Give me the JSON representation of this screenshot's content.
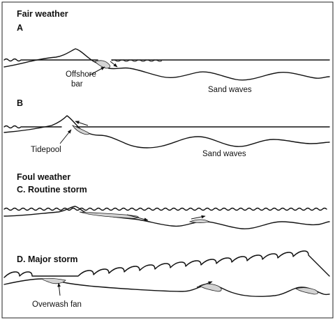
{
  "sections": {
    "fair_weather": "Fair weather",
    "foul_weather": "Foul weather"
  },
  "panels": {
    "a": {
      "label": "A"
    },
    "b": {
      "label": "B"
    },
    "c": {
      "label": "C. Routine storm"
    },
    "d": {
      "label": "D. Major storm"
    }
  },
  "labels": {
    "offshore_bar": [
      "Offshore",
      "bar"
    ],
    "sand_waves_a": "Sand waves",
    "tidepool": "Tidepool",
    "sand_waves_b": "Sand waves",
    "overwash_fan": "Overwash fan"
  }
}
